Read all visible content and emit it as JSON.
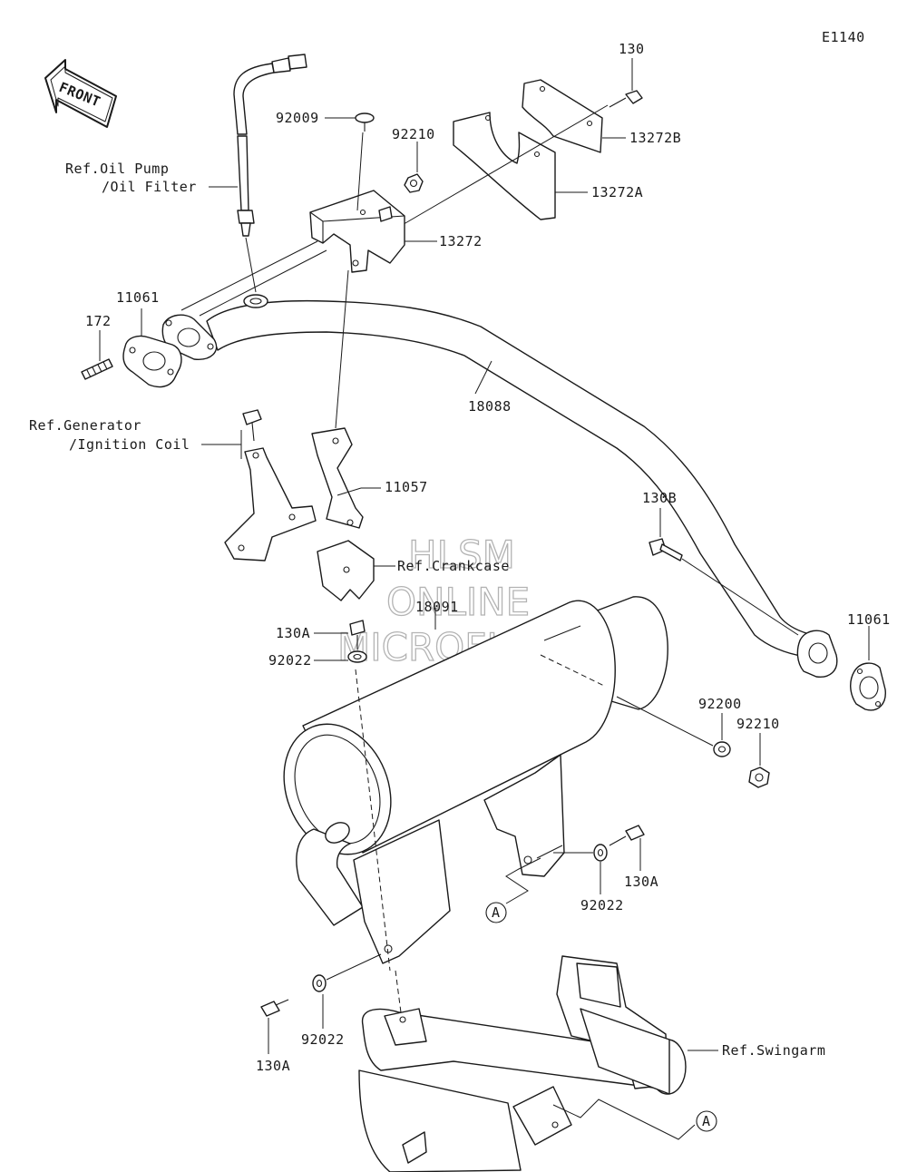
{
  "diagram_code": "E1140",
  "front_label": "FRONT",
  "callout_letter": "A",
  "watermark": {
    "line1": "HLSM",
    "line2": "ONLINE",
    "line3": "MICROFICHE"
  },
  "references": {
    "oil_pump_line1": "Ref.Oil Pump",
    "oil_pump_line2": "/Oil Filter",
    "generator_line1": "Ref.Generator",
    "generator_line2": "/Ignition Coil",
    "crankcase": "Ref.Crankcase",
    "swingarm": "Ref.Swingarm"
  },
  "parts": [
    {
      "id": "p130_top",
      "number": "130"
    },
    {
      "id": "p13272B",
      "number": "13272B"
    },
    {
      "id": "p13272A",
      "number": "13272A"
    },
    {
      "id": "p92009",
      "number": "92009"
    },
    {
      "id": "p92210_top",
      "number": "92210"
    },
    {
      "id": "p13272",
      "number": "13272"
    },
    {
      "id": "p11061_left",
      "number": "11061"
    },
    {
      "id": "p172",
      "number": "172"
    },
    {
      "id": "p18088",
      "number": "18088"
    },
    {
      "id": "p11057",
      "number": "11057"
    },
    {
      "id": "p130B",
      "number": "130B"
    },
    {
      "id": "p11061_right",
      "number": "11061"
    },
    {
      "id": "p18091",
      "number": "18091"
    },
    {
      "id": "p130A_upper",
      "number": "130A"
    },
    {
      "id": "p92022_upper",
      "number": "92022"
    },
    {
      "id": "p92200",
      "number": "92200"
    },
    {
      "id": "p92210_right",
      "number": "92210"
    },
    {
      "id": "p130A_right",
      "number": "130A"
    },
    {
      "id": "p92022_right",
      "number": "92022"
    },
    {
      "id": "p92022_lower",
      "number": "92022"
    },
    {
      "id": "p130A_lower",
      "number": "130A"
    }
  ]
}
